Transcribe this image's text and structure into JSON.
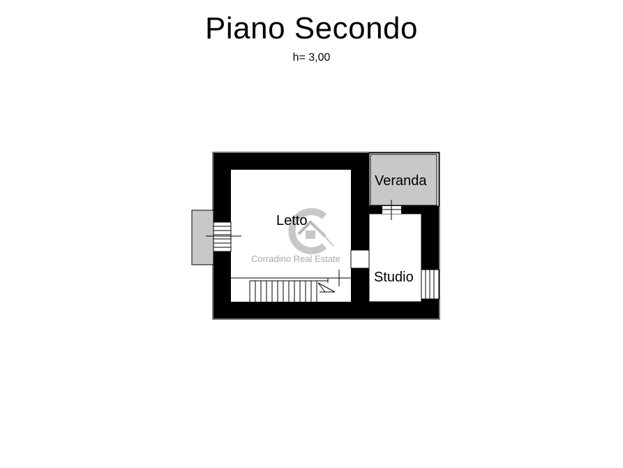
{
  "title": "Piano Secondo",
  "subtitle": "h= 3,00",
  "rooms": {
    "letto": "Letto",
    "veranda": "Veranda",
    "studio": "Studio"
  },
  "watermark": {
    "text": "Corradino Real Estate"
  },
  "colors": {
    "wall": "#000000",
    "veranda_fill": "#c8c8c8",
    "balcony_fill": "#c8c8c8",
    "watermark": "#9a9a9a"
  }
}
